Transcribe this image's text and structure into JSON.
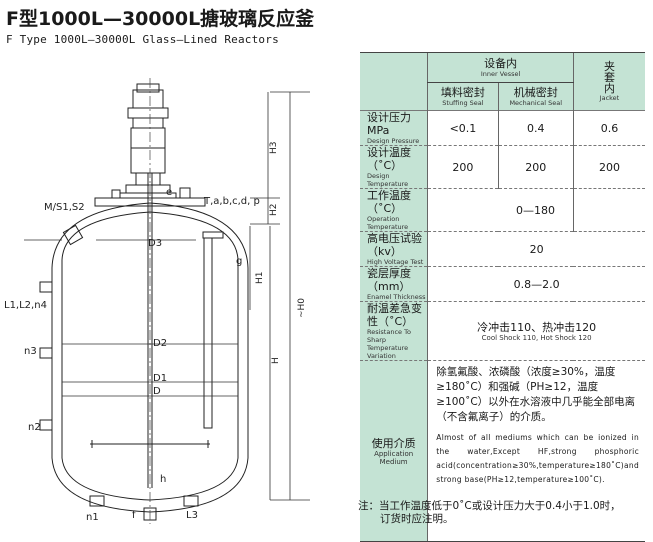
{
  "title": "F型1000L—30000L搪玻璃反应釜",
  "subtitle": "F Type 1000L—30000L Glass—Lined Reactors",
  "drawing_labels": {
    "h3": "H3",
    "h2": "H2",
    "h1": "H1",
    "h0": "~H0",
    "h": "H",
    "h_small": "h",
    "e": "e",
    "g": "g",
    "t_nozzles": "T,a,b,c,d, p",
    "m_s1_s2": "M/S1,S2",
    "l1_l2_n4": "L1,L2,n4",
    "n3": "n3",
    "n2": "n2",
    "n1": "n1",
    "f": "f",
    "l3": "L3",
    "d3": "D3",
    "d2": "D2",
    "d1": "D1",
    "d": "D"
  },
  "table": {
    "inner_vessel": {
      "cn": "设备内",
      "en": "Inner Vessel"
    },
    "stuffing_seal": {
      "cn": "填料密封",
      "en": "Stuffing Seal"
    },
    "mechanical_seal": {
      "cn": "机械密封",
      "en": "Mechanical Seal"
    },
    "jacket": {
      "cn": "夹\n套\n内",
      "en": "Jacket"
    },
    "rows": {
      "pressure": {
        "cn": "设计压力 MPa",
        "en": "Design Pressure",
        "stuffing": "<0.1",
        "mechanical": "0.4",
        "jacket": "0.6"
      },
      "temperature": {
        "cn": "设计温度（˚C）",
        "en": "Design Temperature",
        "stuffing": "200",
        "mechanical": "200",
        "jacket": "200"
      },
      "op_temperature": {
        "cn": "工作温度（˚C）",
        "en": "Operation Temperature",
        "value": "0—180"
      },
      "hv_test": {
        "cn": "高电压试验（kv）",
        "en": "High Voltage Test",
        "value": "20"
      },
      "enamel": {
        "cn": "瓷层厚度（mm）",
        "en": "Enamel Thickness",
        "value": "0.8—2.0"
      },
      "temp_variation": {
        "cn": "耐温差急变性（˚C）",
        "en_line1": "Resistance To Sharp",
        "en_line2": "Temperature Variation",
        "value_cn": "冷冲击110、热冲击120",
        "value_en": "Cool Shock 110, Hot Shock 120"
      },
      "medium": {
        "cn": "使用介质",
        "en": "Application Medium",
        "value_cn": "除氢氟酸、浓磷酸（浓度≥30%，温度≥180˚C）和强碱（PH≥12，温度≥100˚C）以外在水溶液中几乎能全部电离（不含氟离子）的介质。",
        "value_en": "Almost of all mediums which can be ionized in the water,Except HF,strong phosphoric acid(concentration≥30%,temperature≥180˚C)and strong base(PH≥12,temperature≥100˚C)."
      }
    }
  },
  "note_line1": "注：当工作温度低于0˚C或设计压力大于0.4小于1.0时，",
  "note_line2": "订货时应注明。"
}
